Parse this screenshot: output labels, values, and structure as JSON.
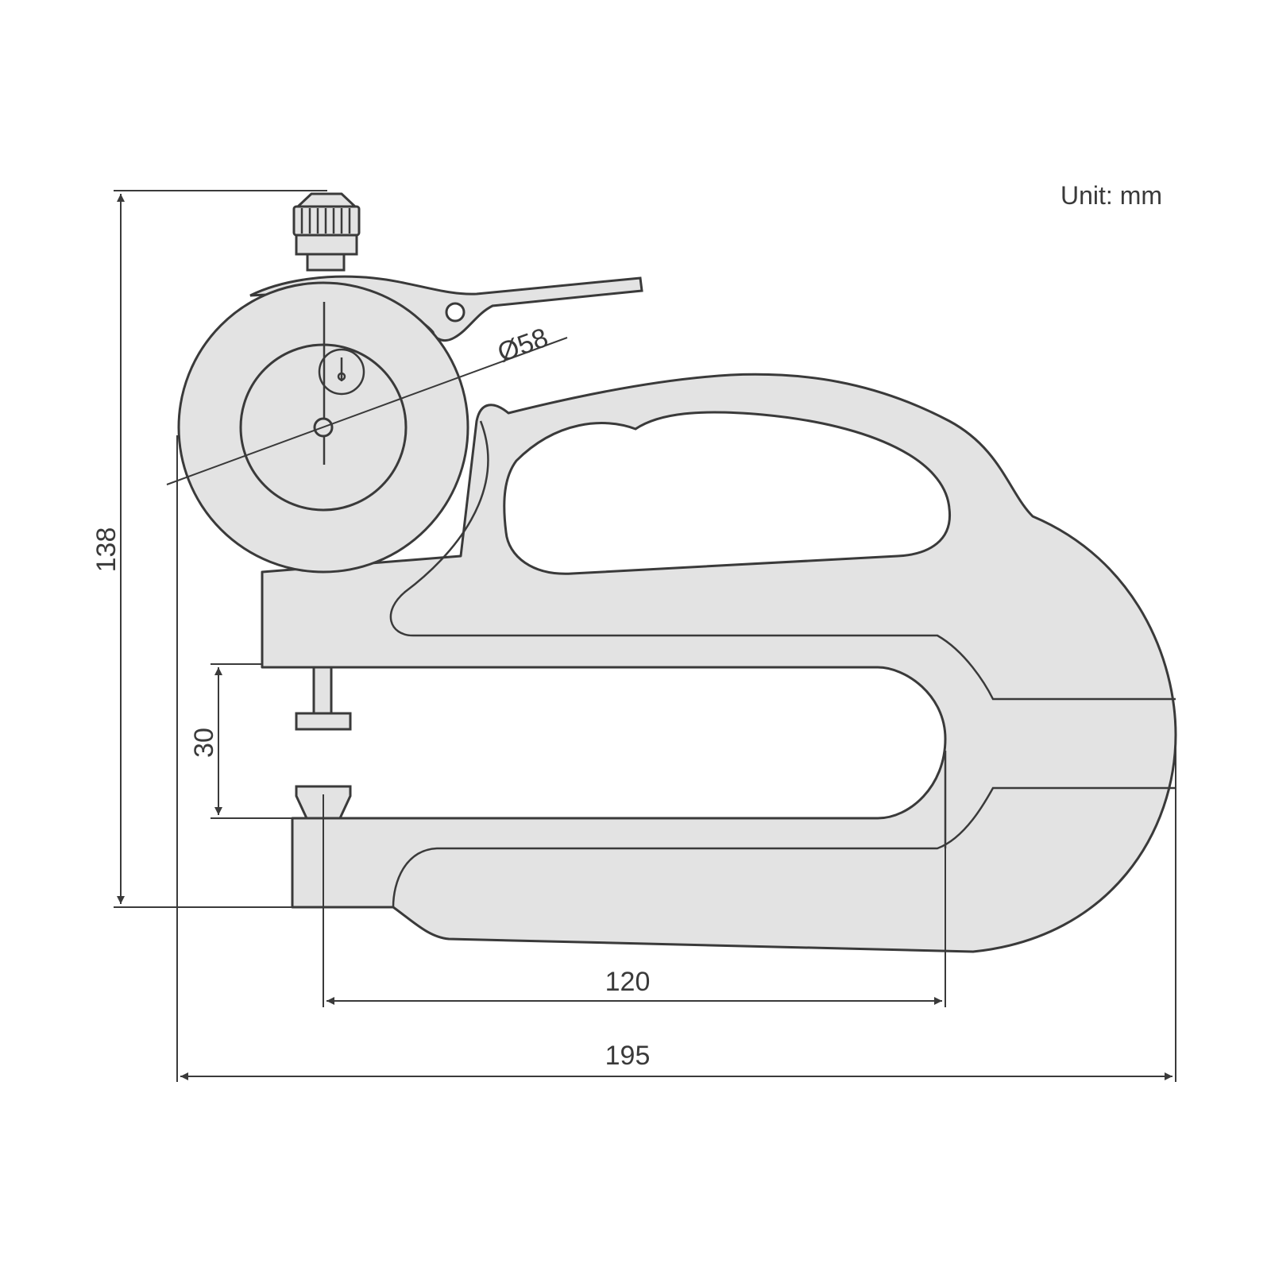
{
  "unit_label": "Unit: mm",
  "dimensions": {
    "height": "138",
    "gap": "30",
    "depth": "120",
    "width": "195",
    "dial": "Ø58"
  },
  "colors": {
    "fill": "#e3e3e3",
    "line": "#3a3a3a"
  }
}
